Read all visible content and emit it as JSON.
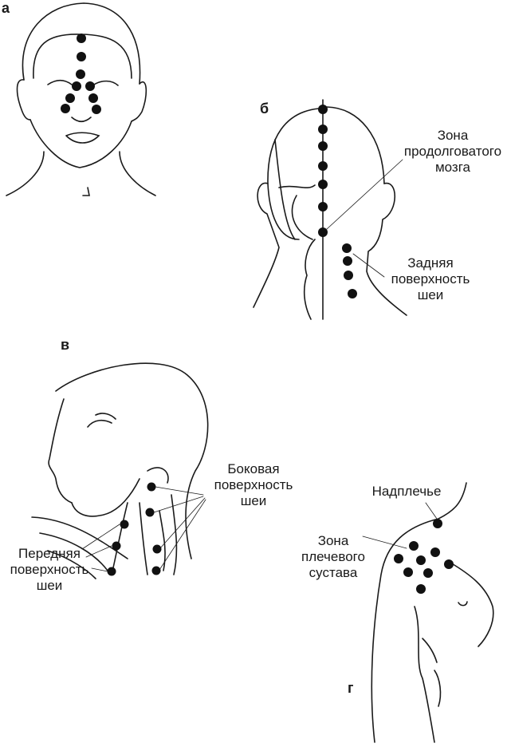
{
  "panels": {
    "a": {
      "letter": "а"
    },
    "b": {
      "letter": "б",
      "medulla_label": [
        "Зона",
        "продолговатого",
        "мозга"
      ],
      "back_neck_label": [
        "Задняя",
        "поверхность",
        "шеи"
      ]
    },
    "v": {
      "letter": "в",
      "lateral_neck_label": [
        "Боковая",
        "поверхность",
        "шеи"
      ],
      "front_neck_label": [
        "Передняя",
        "поверхность",
        "шеи"
      ]
    },
    "g": {
      "letter": "г",
      "shoulder_top_label": "Надплечье",
      "shoulder_joint_label": [
        "Зона",
        "плечевого",
        "сустава"
      ]
    }
  },
  "colors": {
    "ink": "#1a1a1a",
    "dot": "#111111"
  }
}
